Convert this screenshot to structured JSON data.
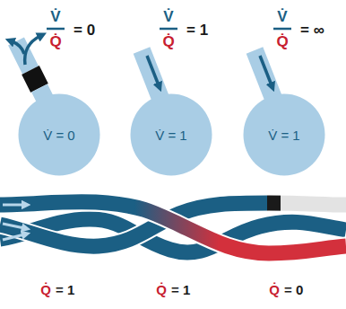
{
  "diagram": {
    "nodes": [
      {
        "text": [
          "V̇ = 0"
        ]
      },
      {
        "text": [
          "V̇ = 1"
        ]
      },
      {
        "text": [
          "V̇ = 1"
        ]
      }
    ],
    "labels": [
      "V̇",
      "Q̇",
      "= 0",
      "V̇",
      "Q̇",
      "= 1",
      "V̇",
      "Q̇",
      "= ∞",
      "Q̇",
      "= 1",
      "Q̇",
      "= 1",
      "Q̇",
      "= 0"
    ]
  }
}
